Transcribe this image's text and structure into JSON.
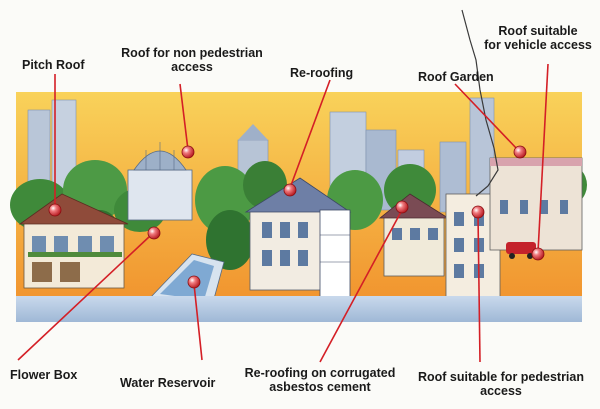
{
  "diagram": {
    "colors": {
      "sky_top": "#f7c64a",
      "sky_bottom": "#f29a2c",
      "leader": "#d41f26",
      "marker": "#d6222a",
      "text": "#1a1a1a"
    },
    "labels": {
      "pitch_roof": "Pitch Roof",
      "non_pedestrian_1": "Roof for non pedestrian",
      "non_pedestrian_2": "access",
      "reroofing": "Re-roofing",
      "roof_garden": "Roof Garden",
      "vehicle_1": "Roof suitable",
      "vehicle_2": "for vehicle access",
      "flower_box": "Flower Box",
      "water_reservoir": "Water Reservoir",
      "corrugated_1": "Re-roofing on corrugated",
      "corrugated_2": "asbestos cement",
      "pedestrian_1": "Roof suitable for pedestrian",
      "pedestrian_2": "access"
    }
  }
}
